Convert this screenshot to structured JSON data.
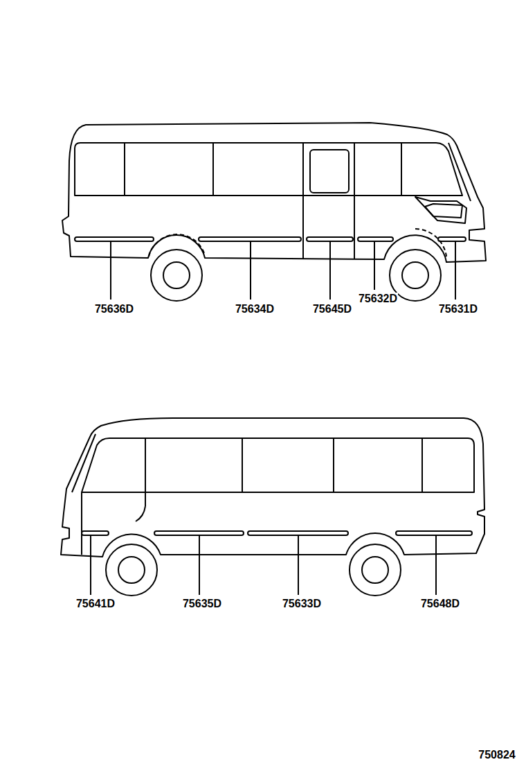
{
  "diagram": {
    "labels": [
      "75636D",
      "75634D",
      "75645D",
      "75632D",
      "75631D",
      "75641D",
      "75635D",
      "75633D",
      "75648D",
      "750824"
    ]
  }
}
